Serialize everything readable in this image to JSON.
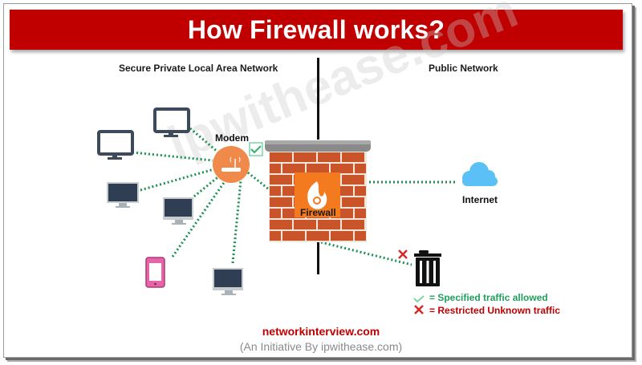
{
  "title": "How Firewall works?",
  "sections": {
    "private": "Secure Private Local Area Network",
    "public": "Public Network"
  },
  "nodes": {
    "modem": "Modem",
    "firewall": "Firewall",
    "internet": "Internet"
  },
  "icons": {
    "monitor": "monitor-icon",
    "desktop": "desktop-icon",
    "phone": "smartphone-icon",
    "router": "router-icon",
    "firewall": "brick-wall-fire-icon",
    "cloud": "cloud-icon",
    "trash": "trash-bin-icon",
    "check": "check-icon",
    "cross": "cross-icon"
  },
  "legend": [
    {
      "symbol": "check",
      "text": "= Specified traffic allowed",
      "color": "#1fa05a"
    },
    {
      "symbol": "cross",
      "text": "= Restricted Unknown traffic",
      "color": "#c00000"
    }
  ],
  "watermark": "ipwithease.com",
  "footer": {
    "site": "networkinterview.com",
    "tagline": "(An Initiative By ipwithease.com)"
  },
  "colors": {
    "title_bg": "#c00000",
    "link_dots": "#1a9150",
    "modem": "#f08a4b",
    "brick": "#c9542a",
    "cloud": "#5bc0f5"
  }
}
